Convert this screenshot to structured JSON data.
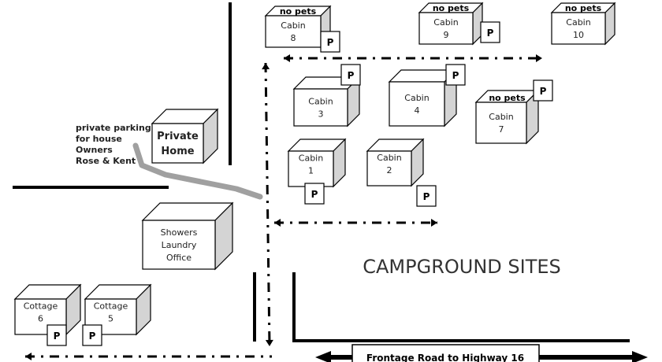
{
  "title": "CAMPGROUND SITES",
  "road_label": "Frontage Road to Highway 16",
  "parking_note": [
    "private parking",
    "for house",
    "Owners",
    "Rose & Kent"
  ],
  "parking_marker": "P",
  "no_pets_label": "no pets",
  "buildings": [
    {
      "id": "cabin-8",
      "lines": [
        "Cabin",
        "8"
      ],
      "no_pets": true,
      "parking": true
    },
    {
      "id": "cabin-9",
      "lines": [
        "Cabin",
        "9"
      ],
      "no_pets": true,
      "parking": true
    },
    {
      "id": "cabin-10",
      "lines": [
        "Cabin",
        "10"
      ],
      "no_pets": true,
      "parking": false
    },
    {
      "id": "cabin-3",
      "lines": [
        "Cabin",
        "3"
      ],
      "no_pets": false,
      "parking": true
    },
    {
      "id": "cabin-4",
      "lines": [
        "Cabin",
        "4"
      ],
      "no_pets": false,
      "parking": true
    },
    {
      "id": "cabin-7",
      "lines": [
        "Cabin",
        "7"
      ],
      "no_pets": true,
      "parking": true
    },
    {
      "id": "cabin-1",
      "lines": [
        "Cabin",
        "1"
      ],
      "no_pets": false,
      "parking": true
    },
    {
      "id": "cabin-2",
      "lines": [
        "Cabin",
        "2"
      ],
      "no_pets": false,
      "parking": true
    },
    {
      "id": "private-home",
      "lines": [
        "Private",
        "Home"
      ],
      "no_pets": false,
      "parking": false
    },
    {
      "id": "office",
      "lines": [
        "Showers",
        "Laundry",
        "Office"
      ],
      "no_pets": false,
      "parking": false
    },
    {
      "id": "cottage-6",
      "lines": [
        "Cottage",
        "6"
      ],
      "no_pets": false,
      "parking": true
    },
    {
      "id": "cottage-5",
      "lines": [
        "Cottage",
        "5"
      ],
      "no_pets": false,
      "parking": true
    }
  ],
  "colors": {
    "line": "#000000",
    "side": "#d4d4d4",
    "path": "#a0a0a0",
    "title": "#333333"
  }
}
